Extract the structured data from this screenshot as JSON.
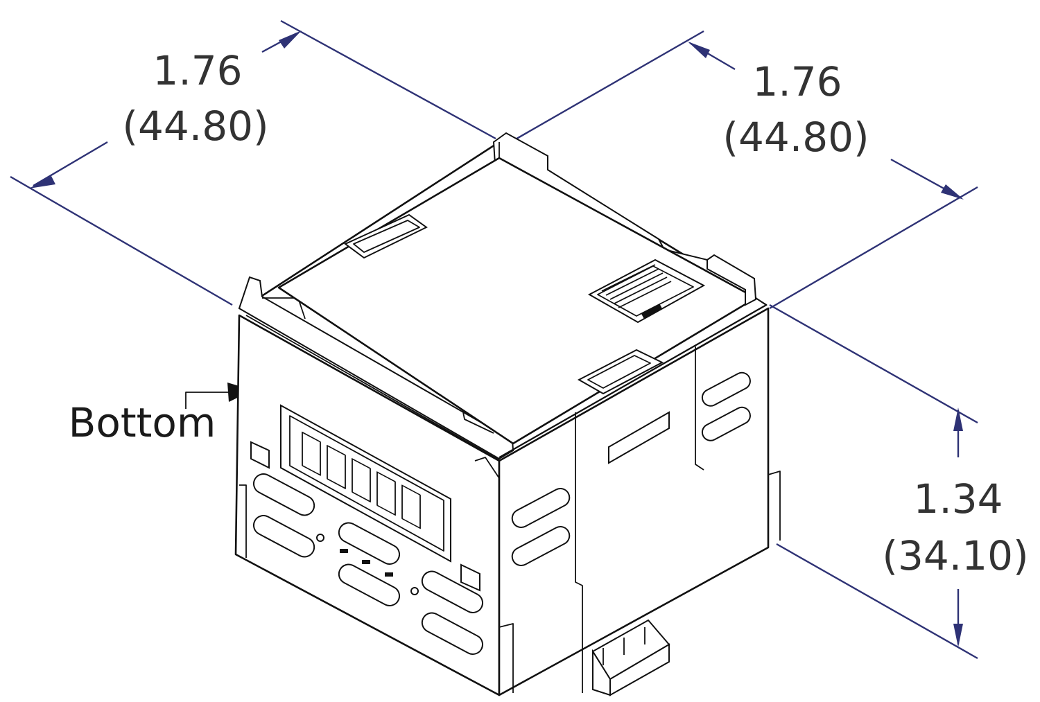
{
  "colors": {
    "dimension_line": "#2e3275",
    "outline": "#111111",
    "background": "#ffffff"
  },
  "dimensions": {
    "width_left": {
      "inches": "1.76",
      "mm": "(44.80)"
    },
    "width_right": {
      "inches": "1.76",
      "mm": "(44.80)"
    },
    "height": {
      "inches": "1.34",
      "mm": "(34.10)"
    }
  },
  "callout": {
    "label": "Bottom"
  }
}
